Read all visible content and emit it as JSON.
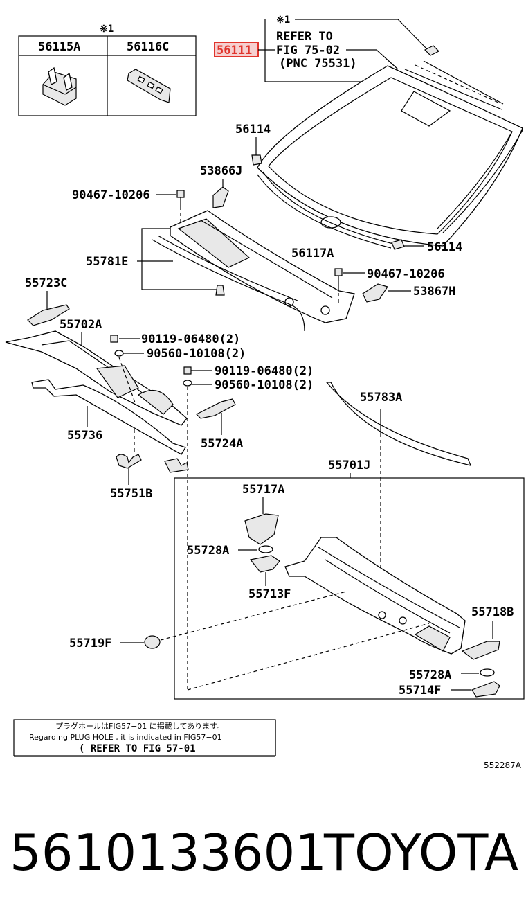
{
  "legend_box": {
    "marker": "※1",
    "col_a": "56115A",
    "col_b": "56116C"
  },
  "callout": {
    "marker": "※1",
    "part": "56111",
    "line1": "REFER TO",
    "line2": "FIG 75-02",
    "line3": "(PNC 75531)"
  },
  "labels": {
    "p56114_top": "56114",
    "p53866j": "53866J",
    "p90467_top": "90467-10206",
    "p55781e": "55781E",
    "p56117a": "56117A",
    "p56114_right": "56114",
    "p90467_mid": "90467-10206",
    "p53867h": "53867H",
    "p55723c": "55723C",
    "p55702a": "55702A",
    "p90119_a": "90119-06480(2)",
    "p90560_a": "90560-10108(2)",
    "p90119_b": "90119-06480(2)",
    "p90560_b": "90560-10108(2)",
    "p55783a": "55783A",
    "p55736": "55736",
    "p55724a": "55724A",
    "p55701j": "55701J",
    "p55751b": "55751B",
    "p55717a": "55717A",
    "p55728a_left": "55728A",
    "p55713f": "55713F",
    "p55718b": "55718B",
    "p55719f": "55719F",
    "p55728a_right": "55728A",
    "p55714f": "55714F"
  },
  "footnote": {
    "jp": "プラグホールはFIG57−01 に掲載してあります。",
    "en": "Regarding  PLUG HOLE , it is indicated  in  FIG57−01",
    "ref": "( REFER TO FIG 57-01"
  },
  "figure_code": "552287A",
  "part_number": "5610133601",
  "brand": "TOYOTA",
  "colors": {
    "highlight": "#e0342c",
    "highlight_fill": "#f6d0d0"
  }
}
